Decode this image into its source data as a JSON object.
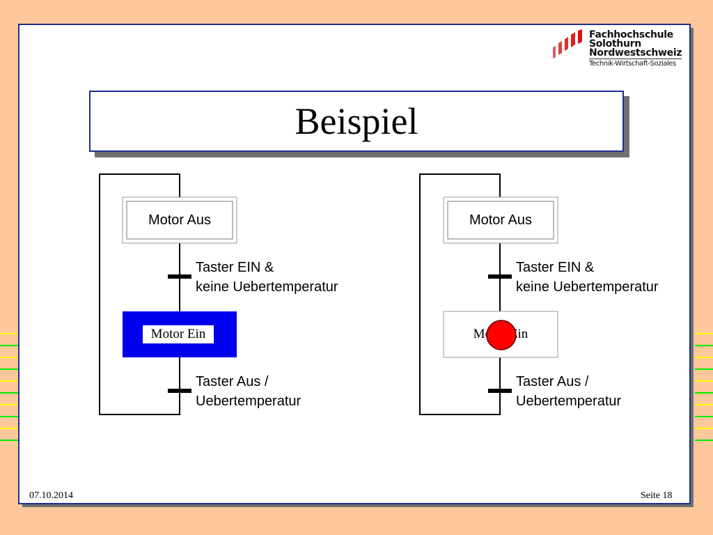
{
  "colors": {
    "background": "#fcc89b",
    "slide_border": "#1c2f8f",
    "active_step": "#0000ee",
    "token": "#ff0000",
    "side_stripes": [
      "#ffff00",
      "#00ee00"
    ]
  },
  "logo": {
    "line1": "Fachhochschule",
    "line2": "Solothurn",
    "line3": "Nordwestschweiz",
    "line4": "Technik-Wirtschaft-Soziales"
  },
  "title": "Beispiel",
  "left_diagram": {
    "step1": "Motor Aus",
    "transition1_line1": "Taster EIN &",
    "transition1_line2": "keine Uebertemperatur",
    "step2": "Motor Ein",
    "step2_state": "active",
    "transition2_line1": "Taster Aus /",
    "transition2_line2": "Uebertemperatur"
  },
  "right_diagram": {
    "step1": "Motor Aus",
    "transition1_line1": "Taster EIN &",
    "transition1_line2": "keine Uebertemperatur",
    "step2": "Motor Ein",
    "step2_state": "token",
    "transition2_line1": "Taster Aus /",
    "transition2_line2": "Uebertemperatur"
  },
  "footer": {
    "date": "07.10.2014",
    "page": "Seite 18"
  }
}
